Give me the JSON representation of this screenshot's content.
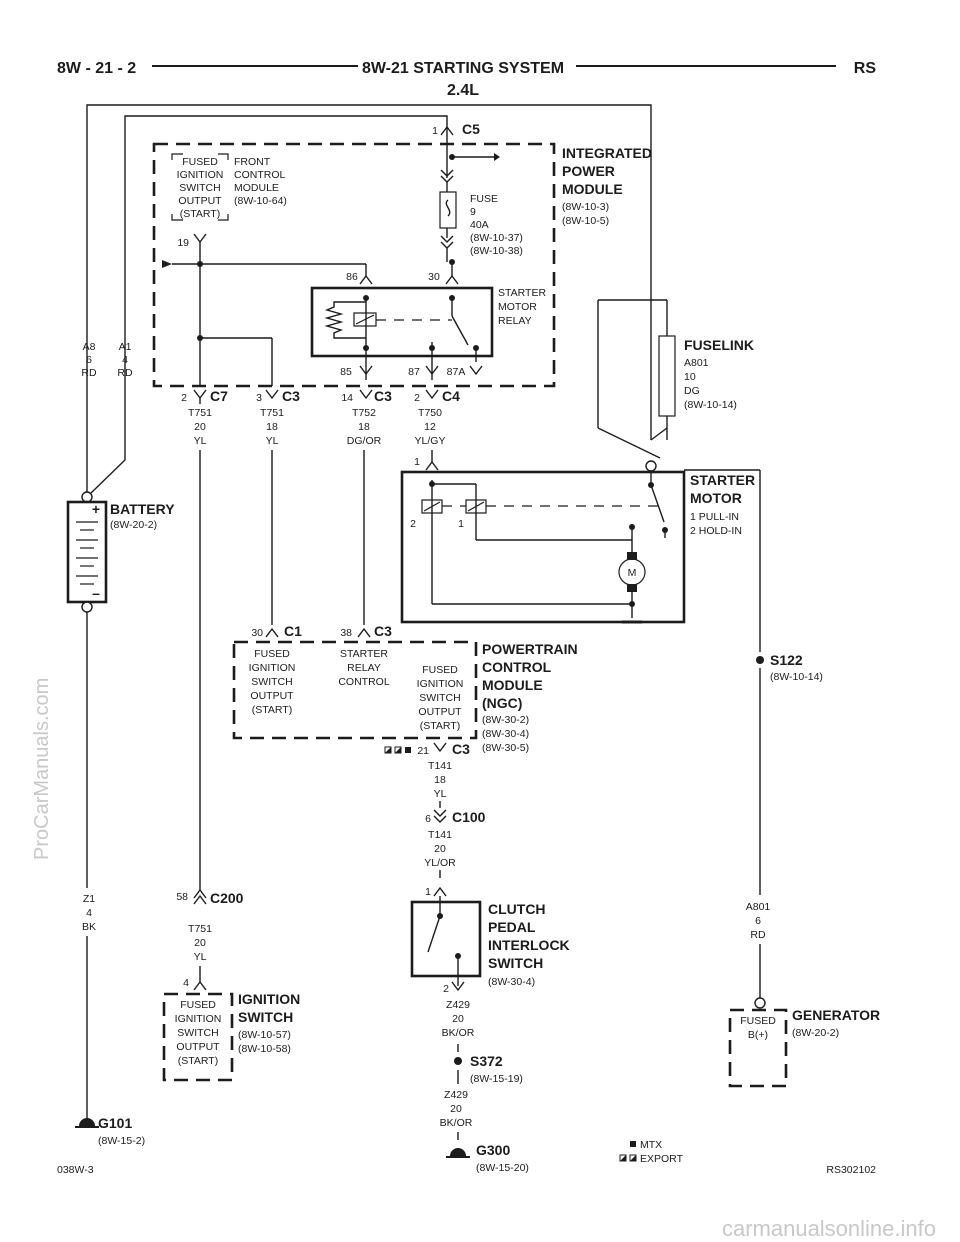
{
  "header": {
    "left": "8W - 21 - 2",
    "title": "8W-21 STARTING SYSTEM",
    "subtitle": "2.4L",
    "right": "RS"
  },
  "ipm": {
    "title": [
      "INTEGRATED",
      "POWER",
      "MODULE"
    ],
    "refs": [
      "(8W-10-3)",
      "(8W-10-5)"
    ],
    "c5": "C5",
    "c5_pin": "1",
    "fused_ign": [
      "FUSED",
      "IGNITION",
      "SWITCH",
      "OUTPUT",
      "(START)"
    ],
    "fcm": [
      "FRONT",
      "CONTROL",
      "MODULE",
      "(8W-10-64)"
    ],
    "pin19": "19",
    "fuse": [
      "FUSE",
      "9",
      "40A",
      "(8W-10-37)",
      "(8W-10-38)"
    ],
    "relay": [
      "STARTER",
      "MOTOR",
      "RELAY"
    ],
    "pin86": "86",
    "pin30": "30",
    "pin85": "85",
    "pin87": "87",
    "pin87a": "87A"
  },
  "battery_wires": {
    "a8": [
      "A8",
      "6",
      "RD"
    ],
    "a1": [
      "A1",
      "4",
      "RD"
    ]
  },
  "connectors_row": {
    "c7": {
      "pin": "2",
      "name": "C7",
      "wire": [
        "T751",
        "20",
        "YL"
      ]
    },
    "c3a": {
      "pin": "3",
      "name": "C3",
      "wire": [
        "T751",
        "18",
        "YL"
      ]
    },
    "c3b": {
      "pin": "14",
      "name": "C3",
      "wire": [
        "T752",
        "18",
        "DG/OR"
      ]
    },
    "c4": {
      "pin": "2",
      "name": "C4",
      "wire": [
        "T750",
        "12",
        "YL/GY"
      ]
    }
  },
  "fuselink": {
    "title": "FUSELINK",
    "lines": [
      "A801",
      "10",
      "DG",
      "(8W-10-14)"
    ]
  },
  "starter": {
    "title": [
      "STARTER",
      "MOTOR"
    ],
    "lines": [
      "1 PULL-IN",
      "2 HOLD-IN"
    ],
    "pin1": "1",
    "pin2": "2",
    "pin_1b": "1",
    "motor": "M"
  },
  "battery": {
    "title": "BATTERY",
    "ref": "(8W-20-2)",
    "plus": "+",
    "minus": "–"
  },
  "pcm": {
    "title": [
      "POWERTRAIN",
      "CONTROL",
      "MODULE",
      "(NGC)"
    ],
    "refs": [
      "(8W-30-2)",
      "(8W-30-4)",
      "(8W-30-5)"
    ],
    "c1_pin": "30",
    "c1": "C1",
    "c3_pin": "38",
    "c3": "C3",
    "fused_a": [
      "FUSED",
      "IGNITION",
      "SWITCH",
      "OUTPUT",
      "(START)"
    ],
    "relay_ctrl": [
      "STARTER",
      "RELAY",
      "CONTROL"
    ],
    "fused_b": [
      "FUSED",
      "IGNITION",
      "SWITCH",
      "OUTPUT",
      "(START)"
    ],
    "c3_21_pin": "21",
    "c3_21": "C3"
  },
  "s122": {
    "name": "S122",
    "ref": "(8W-10-14)"
  },
  "t141a": [
    "T141",
    "18",
    "YL"
  ],
  "c100": {
    "pin": "6",
    "name": "C100"
  },
  "t141b": [
    "T141",
    "20",
    "YL/OR"
  ],
  "clutch": {
    "title": [
      "CLUTCH",
      "PEDAL",
      "INTERLOCK",
      "SWITCH"
    ],
    "ref": "(8W-30-4)",
    "pin1": "1",
    "pin2": "2"
  },
  "z1": [
    "Z1",
    "4",
    "BK"
  ],
  "c200": {
    "pin": "58",
    "name": "C200"
  },
  "t751c": [
    "T751",
    "20",
    "YL"
  ],
  "ignition": {
    "pin": "4",
    "lines": [
      "FUSED",
      "IGNITION",
      "SWITCH",
      "OUTPUT",
      "(START)"
    ],
    "title": [
      "IGNITION",
      "SWITCH"
    ],
    "refs": [
      "(8W-10-57)",
      "(8W-10-58)"
    ]
  },
  "a801b": [
    "A801",
    "6",
    "RD"
  ],
  "generator": {
    "title": "GENERATOR",
    "ref": "(8W-20-2)",
    "lines": [
      "FUSED",
      "B(+)"
    ]
  },
  "z429a": [
    "Z429",
    "20",
    "BK/OR"
  ],
  "s372": {
    "name": "S372",
    "ref": "(8W-15-19)"
  },
  "z429b": [
    "Z429",
    "20",
    "BK/OR"
  ],
  "g101": {
    "name": "G101",
    "ref": "(8W-15-2)"
  },
  "g300": {
    "name": "G300",
    "ref": "(8W-15-20)"
  },
  "legend": {
    "mtx": "MTX",
    "export": "EXPORT"
  },
  "footer": {
    "left": "038W-3",
    "right": "RS302102"
  },
  "watermark": {
    "side": "ProCarManuals.com",
    "bottom": "carmanualsonline.info"
  }
}
